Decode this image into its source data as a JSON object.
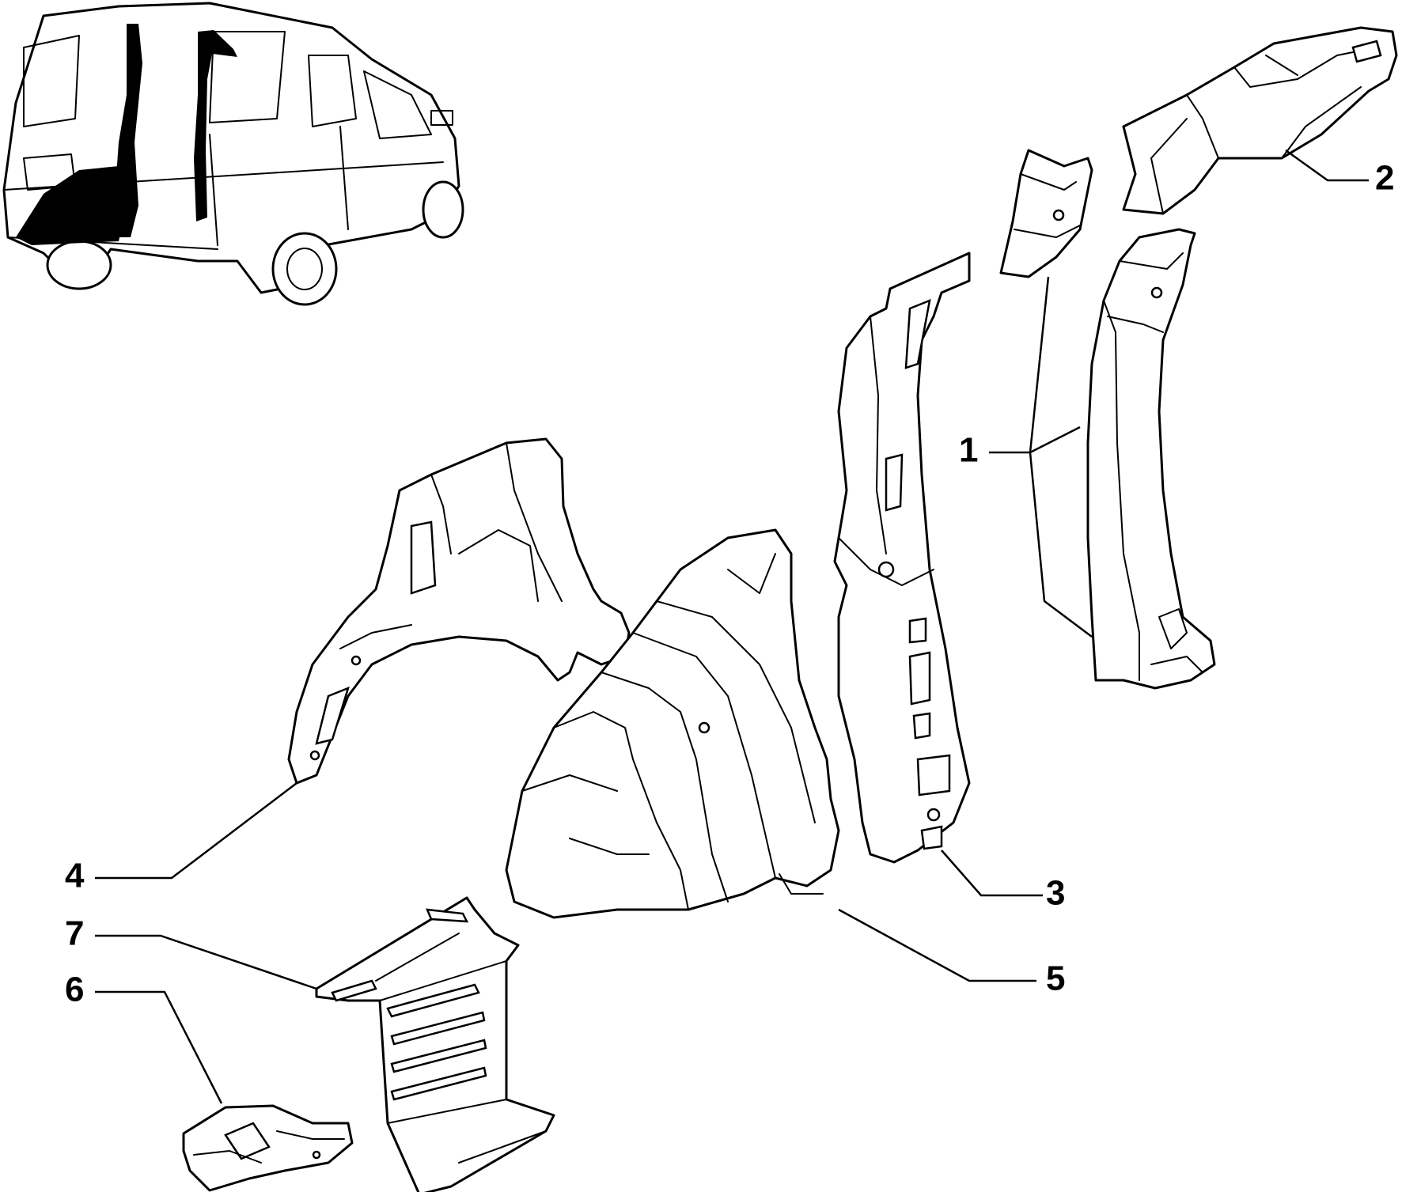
{
  "callouts": [
    {
      "id": "1",
      "text": "1"
    },
    {
      "id": "2",
      "text": "2"
    },
    {
      "id": "3",
      "text": "3"
    },
    {
      "id": "4",
      "text": "4"
    },
    {
      "id": "5",
      "text": "5"
    },
    {
      "id": "6",
      "text": "6"
    },
    {
      "id": "7",
      "text": "7"
    }
  ],
  "colors": {
    "line": "#000000",
    "background": "#ffffff",
    "highlight": "#000000"
  }
}
